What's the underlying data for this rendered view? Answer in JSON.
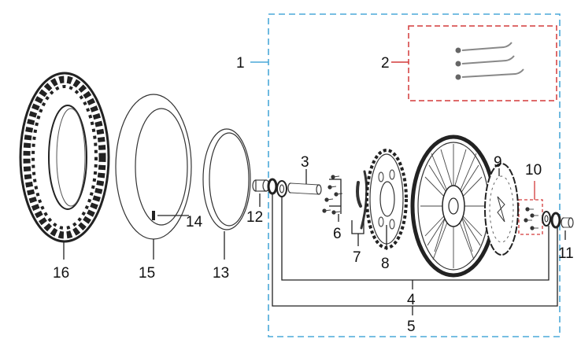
{
  "callouts": {
    "c1": "1",
    "c2": "2",
    "c3": "3",
    "c4": "4",
    "c5": "5",
    "c6": "6",
    "c7": "7",
    "c8": "8",
    "c9": "9",
    "c10": "10",
    "c11": "11",
    "c12": "12",
    "c13": "13",
    "c14": "14",
    "c15": "15",
    "c16": "16"
  },
  "colors": {
    "assembly_frame": "#4aa8d8",
    "spoke_kit_frame": "#d33a3a",
    "disc_bolts_frame": "#d33a3a",
    "leader_blue": "#4aa8d8",
    "leader_red": "#d33a3a"
  }
}
